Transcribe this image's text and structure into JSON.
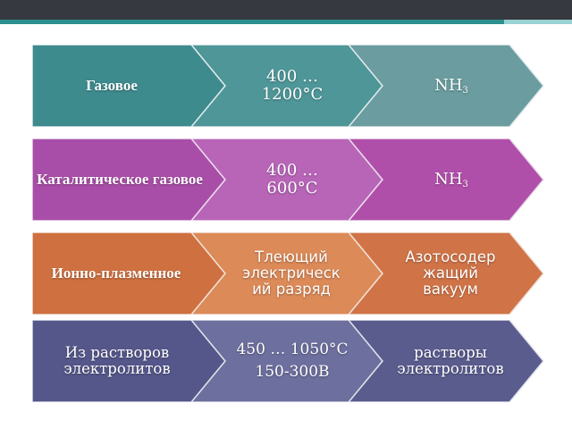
{
  "rows": [
    {
      "label": "Газовое",
      "temp": [
        "400 …",
        "1200°С"
      ],
      "medium": "NH",
      "medium_sub": "3",
      "colors": {
        "c1": "#3e8b8e",
        "c2": "#4e9698",
        "c3": "#6a9ca0"
      }
    },
    {
      "label": "Каталитическое газовое",
      "temp": [
        "400 …",
        "600°С"
      ],
      "medium": "NH",
      "medium_sub": "3",
      "colors": {
        "c1": "#a94ea8",
        "c2": "#b865b8",
        "c3": "#b04fa9"
      }
    },
    {
      "label": "Ионно-плазменное",
      "temp": [
        "Тлеющий",
        "электрическ",
        "ий разряд"
      ],
      "medium": [
        "Азотосодер",
        "жащий",
        "вакуум"
      ],
      "colors": {
        "c1": "#cf7040",
        "c2": "#dc8a58",
        "c3": "#d07448"
      }
    },
    {
      "label": "Из растворов электролитов",
      "temp": [
        "450 … 1050°С",
        "150-300В"
      ],
      "medium": [
        "растворы",
        "электролитов"
      ],
      "colors": {
        "c1": "#55578a",
        "c2": "#6d6f9e",
        "c3": "#5a5c8e"
      }
    }
  ]
}
